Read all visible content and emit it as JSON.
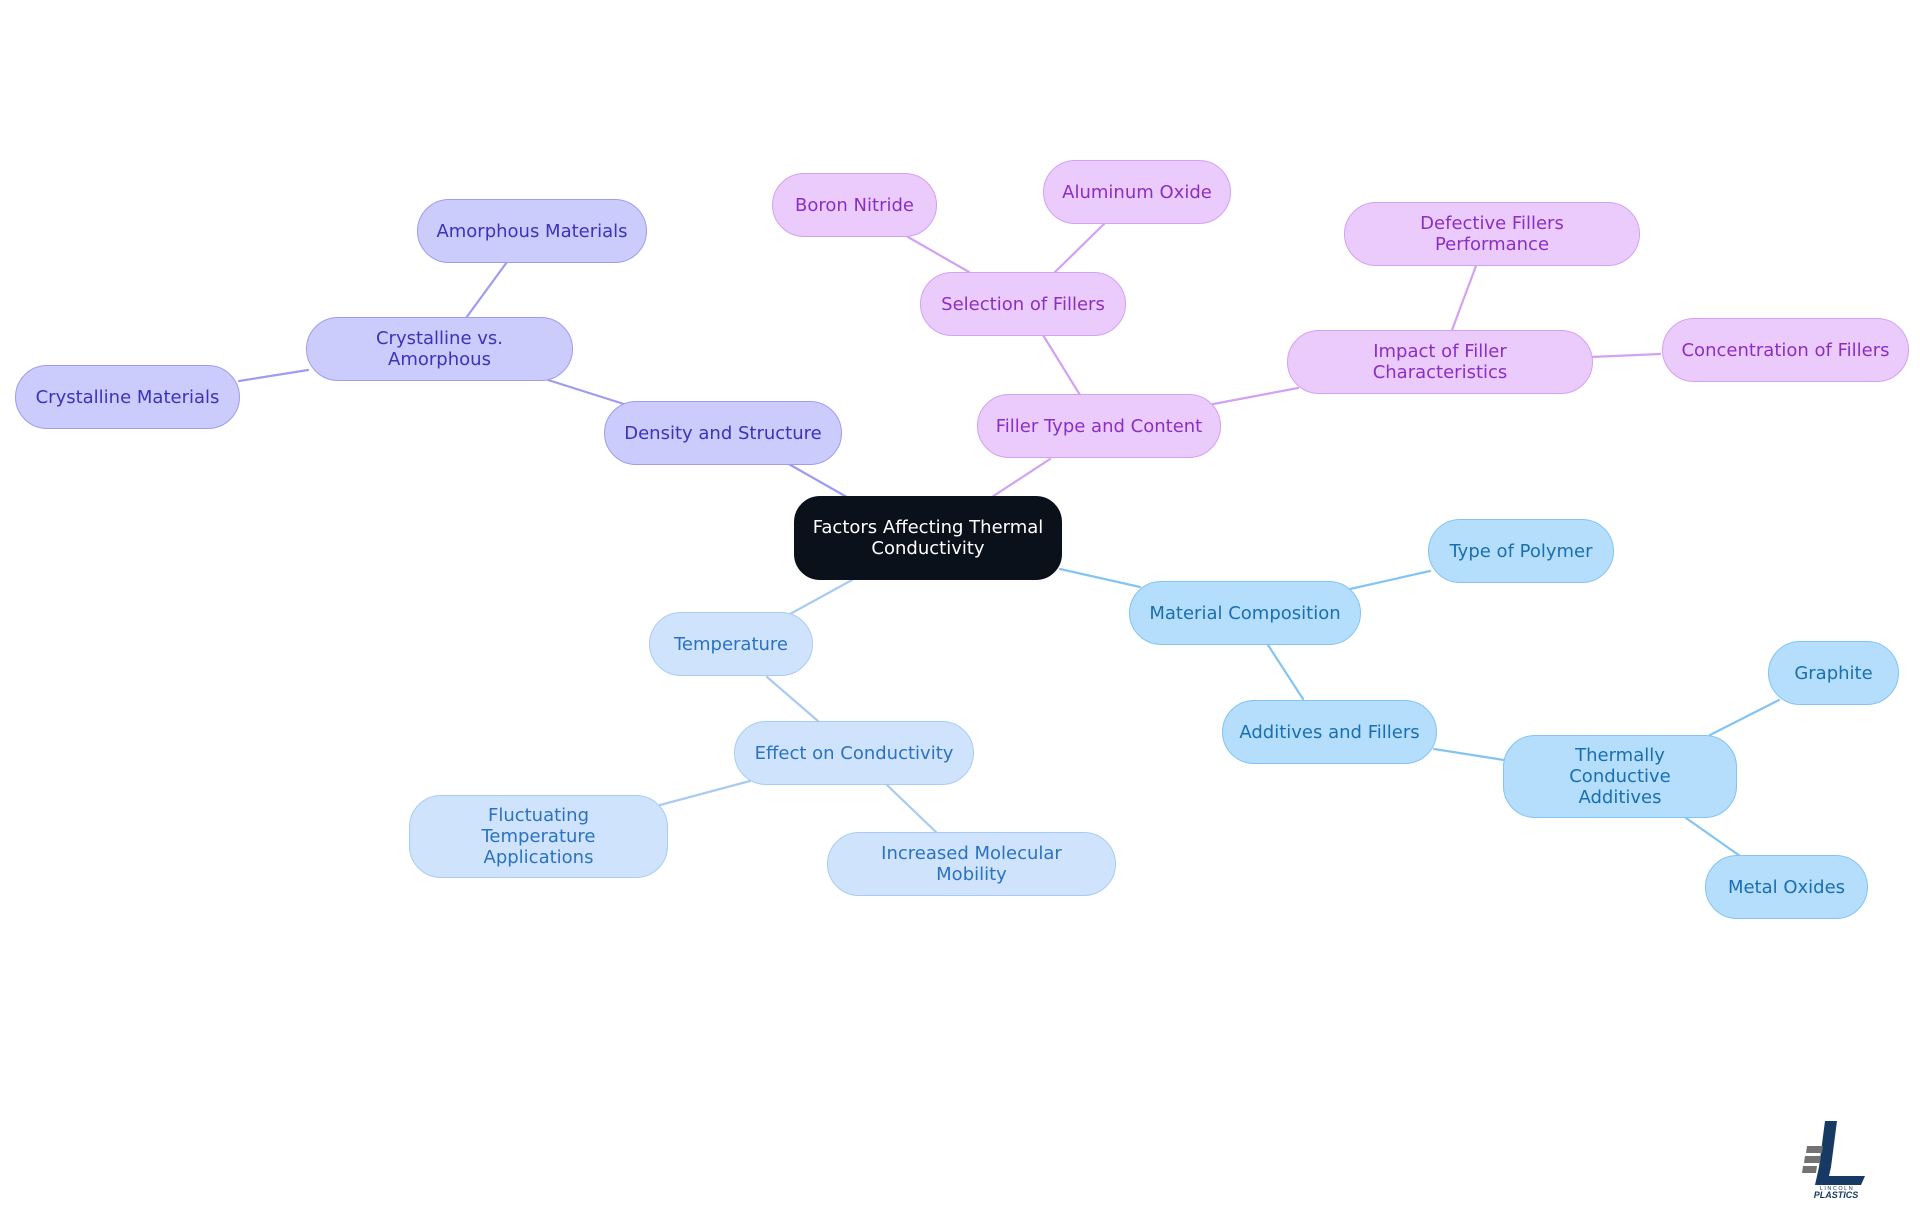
{
  "diagram": {
    "root": "Factors Affecting Thermal Conductivity",
    "branches": {
      "density": "Density and Structure",
      "crystalline_vs_amorphous": "Crystalline vs. Amorphous",
      "amorphous_materials": "Amorphous Materials",
      "crystalline_materials": "Crystalline Materials",
      "filler": "Filler Type and Content",
      "selection_of_fillers": "Selection of Fillers",
      "boron_nitride": "Boron Nitride",
      "aluminum_oxide": "Aluminum Oxide",
      "impact_of_filler": "Impact of Filler Characteristics",
      "defective_fillers": "Defective Fillers Performance",
      "concentration_of_fillers": "Concentration of Fillers",
      "material_composition": "Material Composition",
      "type_of_polymer": "Type of Polymer",
      "additives_and_fillers": "Additives and Fillers",
      "thermally_conductive_additives": "Thermally Conductive Additives",
      "graphite": "Graphite",
      "metal_oxides": "Metal Oxides",
      "temperature": "Temperature",
      "effect_on_conductivity": "Effect on Conductivity",
      "fluctuating_temperature": "Fluctuating Temperature Applications",
      "increased_molecular_mobility": "Increased Molecular Mobility"
    },
    "colors": {
      "root": "#0b111b",
      "violet_branch": "#cbcbfc",
      "purple_branch": "#ebcbfc",
      "blue_branch": "#b4defc",
      "light_blue_branch": "#cfe4fc"
    }
  },
  "logo": {
    "line1": "LINCOLN",
    "line2": "PLASTICS"
  }
}
